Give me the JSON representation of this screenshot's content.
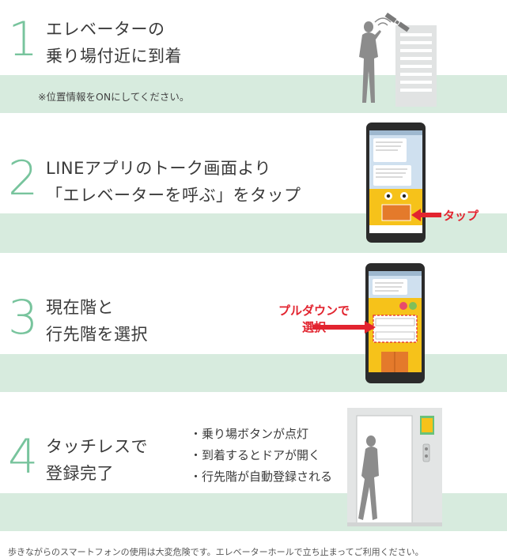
{
  "steps": [
    {
      "number": "1",
      "title_line1": "エレベーターの",
      "title_line2": "乗り場付近に到着",
      "note": "※位置情報をONにしてください。"
    },
    {
      "number": "2",
      "title_line1": "LINEアプリのトーク画面より",
      "title_line2": "「エレベーターを呼ぶ」をタップ",
      "callout": "タップ"
    },
    {
      "number": "3",
      "title_line1": "現在階と",
      "title_line2": "行先階を選択",
      "callout_line1": "プルダウンで",
      "callout_line2": "選択"
    },
    {
      "number": "4",
      "title_line1": "タッチレスで",
      "title_line2": "登録完了",
      "bullets": [
        "・乗り場ボタンが点灯",
        "・到着するとドアが開く",
        "・行先階が自動登録される"
      ]
    }
  ],
  "footer_note": "歩きながらのスマートフォンの使用は大変危険です。エレベーターホールで立ち止まってご利用ください。",
  "colors": {
    "accent_green": "#78c49d",
    "band_green": "#d7ebde",
    "callout_red": "#e2242f",
    "phone_yellow": "#f6c21a",
    "chat_blue": "#cfe0ef"
  }
}
